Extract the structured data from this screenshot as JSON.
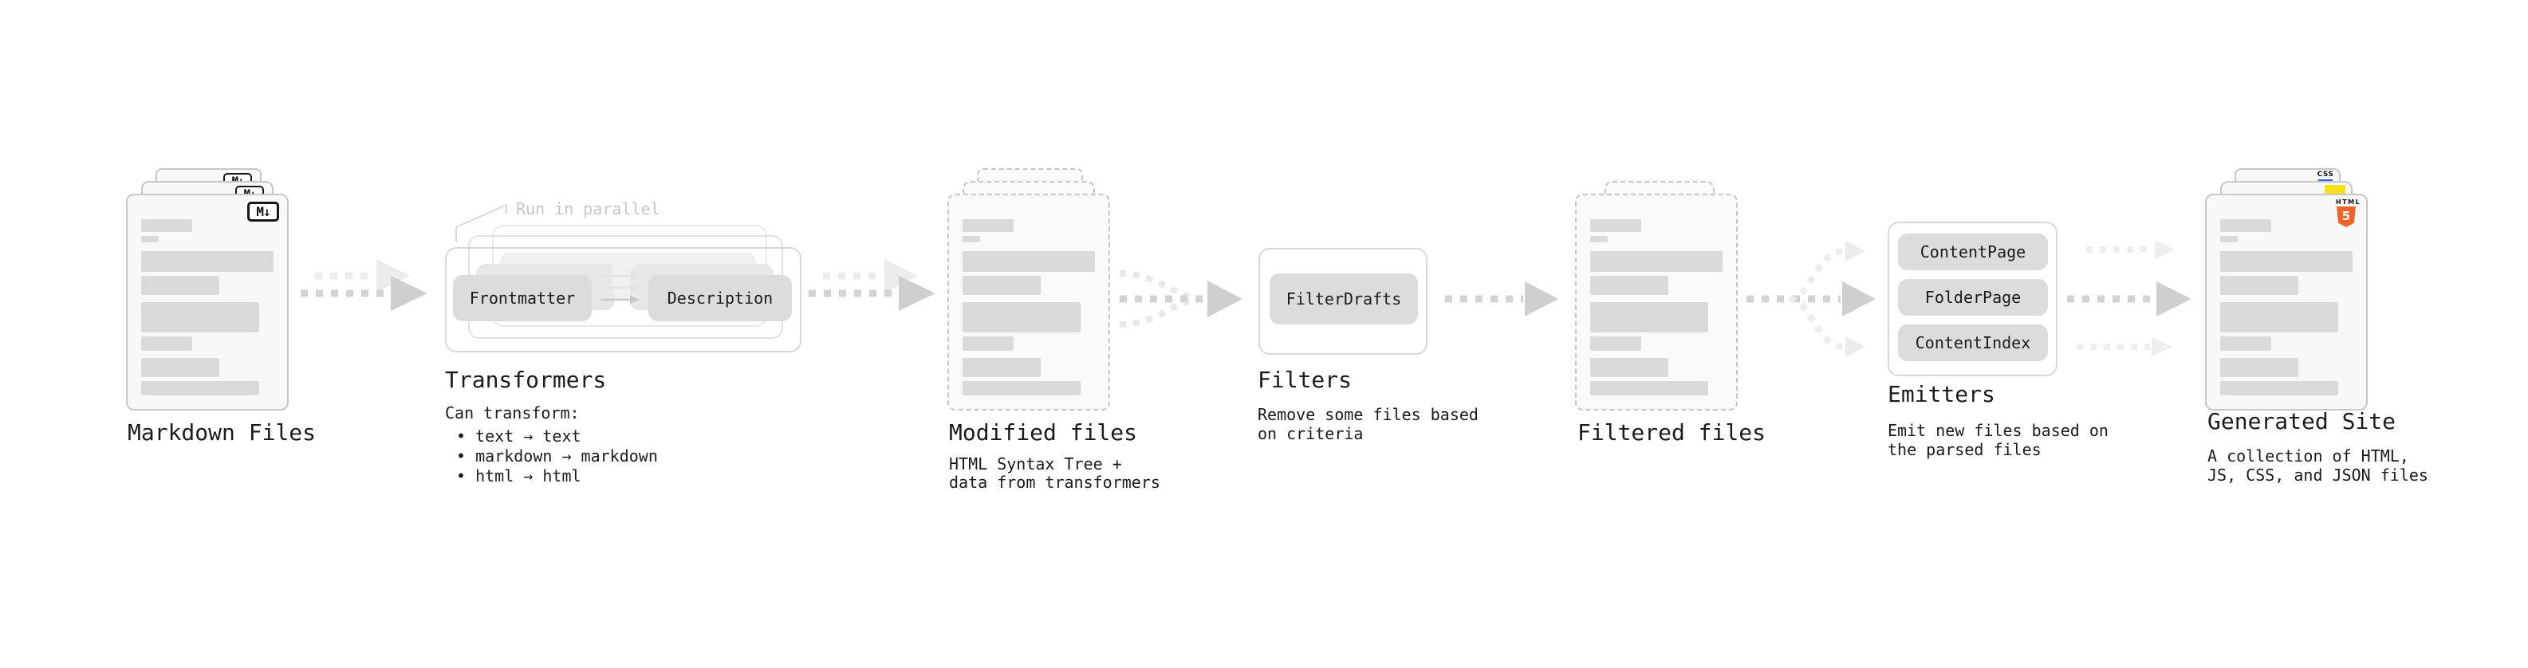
{
  "colors": {
    "html5_orange": "#ef652a",
    "js_yellow": "#f7df1e",
    "css_blue": "#2965f1",
    "text": "#1b1b1b",
    "muted_annotation": "#c6c6c6",
    "arrow_gray": "#d3d3d3",
    "arrow_light": "#ececec"
  },
  "diagram": {
    "markdown_files": {
      "label": "Markdown Files",
      "badge": "M↓"
    },
    "transformers": {
      "label": "Transformers",
      "annotation": "Run in parallel",
      "pill_left": "Frontmatter",
      "pill_right": "Description",
      "desc_title": "Can transform:",
      "bullets": [
        "• text → text",
        "• markdown → markdown",
        "• html → html"
      ]
    },
    "modified_files": {
      "label": "Modified files",
      "desc": [
        "HTML Syntax Tree +",
        "data from transformers"
      ]
    },
    "filters": {
      "label": "Filters",
      "pill": "FilterDrafts",
      "desc": [
        "Remove some files based",
        "on criteria"
      ]
    },
    "filtered_files": {
      "label": "Filtered files"
    },
    "emitters": {
      "label": "Emitters",
      "pills": [
        "ContentPage",
        "FolderPage",
        "ContentIndex"
      ],
      "desc": [
        "Emit new files based on",
        "the parsed files"
      ]
    },
    "generated_site": {
      "label": "Generated Site",
      "badge_html": "HTML",
      "badge_html_number": "5",
      "badge_css": "CSS",
      "desc": [
        "A collection of HTML,",
        "JS, CSS, and JSON files"
      ]
    }
  }
}
